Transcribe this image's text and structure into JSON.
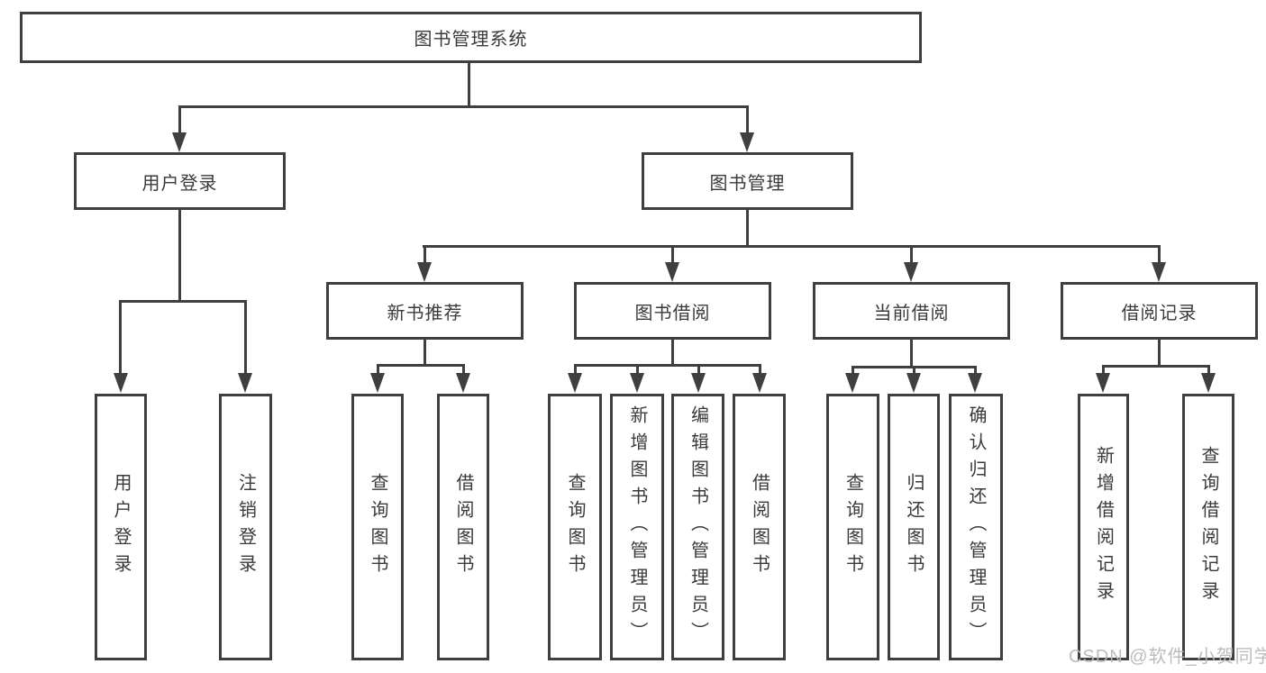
{
  "diagram": {
    "root": {
      "label": "图书管理系统",
      "children": [
        {
          "label": "用户登录",
          "children": [
            {
              "label": "用户登录"
            },
            {
              "label": "注销登录"
            }
          ]
        },
        {
          "label": "图书管理",
          "children": [
            {
              "label": "新书推荐",
              "children": [
                {
                  "label": "查询图书"
                },
                {
                  "label": "借阅图书"
                }
              ]
            },
            {
              "label": "图书借阅",
              "children": [
                {
                  "label": "查询图书"
                },
                {
                  "label": "新增图书（管理员）"
                },
                {
                  "label": "编辑图书（管理员）"
                },
                {
                  "label": "借阅图书"
                }
              ]
            },
            {
              "label": "当前借阅",
              "children": [
                {
                  "label": "查询图书"
                },
                {
                  "label": "归还图书"
                },
                {
                  "label": "确认归还（管理员）"
                }
              ]
            },
            {
              "label": "借阅记录",
              "children": [
                {
                  "label": "新增借阅记录"
                },
                {
                  "label": "查询借阅记录"
                }
              ]
            }
          ]
        }
      ]
    },
    "watermark": "CSDN @软件_小贺同学",
    "colors": {
      "line": "#3f3f3f",
      "text": "#3a3a3a",
      "watermark": "#b8b8b8",
      "background": "#ffffff"
    }
  }
}
